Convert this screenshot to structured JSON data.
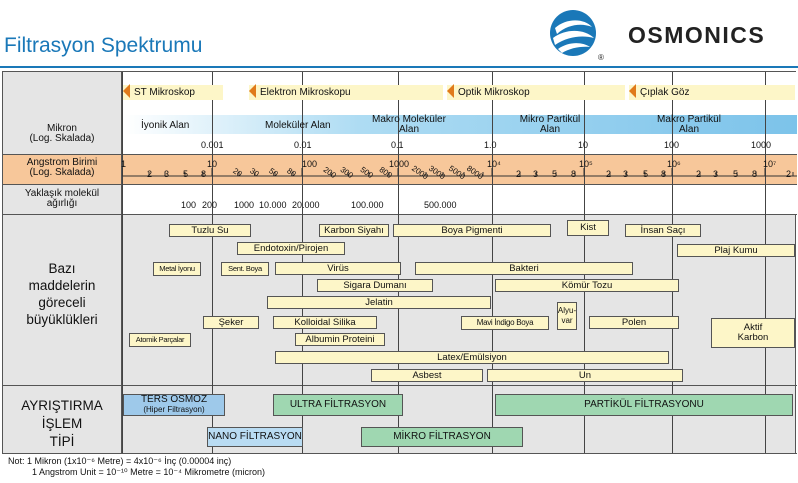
{
  "header": {
    "title": "Filtrasyon Spektrumu",
    "brand": "OSMONICS",
    "brand_mark": "®",
    "logo_icon": "osmonics-swirl-logo"
  },
  "rows": {
    "micron_label_1": "Mikron",
    "micron_label_2": "(Log. Skalada)",
    "angstrom_label_1": "Angstrom Birimi",
    "angstrom_label_2": "(Log. Skalada)",
    "mw_label_1": "Yaklaşık molekül",
    "mw_label_2": "ağırlığı",
    "materials_label": [
      "Bazı",
      "maddelerin",
      "göreceli",
      "büyüklükleri"
    ],
    "ops_label": [
      "AYRIŞTIRMA",
      "İŞLEM",
      "TİPİ"
    ]
  },
  "microscopes": [
    "ST Mikroskop",
    "Elektron Mikroskopu",
    "Optik Mikroskop",
    "Çıplak Göz"
  ],
  "ranges": [
    "İyonik Alan",
    "Moleküler Alan",
    "Makro Moleküler Alan",
    "Mikro Partikül Alan",
    "Makro Partikül Alan"
  ],
  "micron_ticks": [
    "0.001",
    "0.01",
    "0.1",
    "1.0",
    "10",
    "100",
    "1000"
  ],
  "angstrom_ticks": {
    "decade_1": "1",
    "decade_10": "10",
    "decade_100": "100",
    "decade_1000": "1000",
    "decade_10e4": "10⁴",
    "decade_10e5": "10⁵",
    "decade_10e6": "10⁶",
    "decade_10e7": "10⁷",
    "d1_minors": [
      "2",
      "3",
      "5",
      "8"
    ],
    "d2_minors": [
      "20",
      "30",
      "50",
      "80"
    ],
    "d3_minors": [
      "200",
      "300",
      "500",
      "800"
    ],
    "d4_minors": [
      "2000",
      "3000",
      "5000",
      "8000"
    ],
    "d5_minors": [
      "2",
      "3",
      "5",
      "8"
    ],
    "d6_minors": [
      "2",
      "3",
      "5",
      "8"
    ],
    "d7_minors": [
      "2",
      "3",
      "5",
      "8"
    ],
    "d8_minors": [
      "2"
    ]
  },
  "mw_values": [
    "100",
    "200",
    "1000",
    "10.000",
    "20.000",
    "100.000",
    "500.000"
  ],
  "materials": {
    "tuzlu_su": "Tuzlu Su",
    "karbon_siyahi": "Karbon Siyahı",
    "boya_pigmenti": "Boya Pigmenti",
    "kist": "Kist",
    "insan_saci": "İnsan Saçı",
    "endotoxin": "Endotoxin/Pirojen",
    "plaj_kumu": "Plaj Kumu",
    "metal_iyonu": "Metal İyonu",
    "sent_boya": "Sent. Boya",
    "virus": "Virüs",
    "bakteri": "Bakteri",
    "sigara_dumani": "Sigara Dumanı",
    "komur_tozu": "Kömür Tozu",
    "jelatin": "Jelatin",
    "alyuvar_1": "Alyu-",
    "alyuvar_2": "var",
    "seker": "Şeker",
    "kolloidal_silika": "Kolloidal Silika",
    "mavi_indigo": "Mavi İndigo Boya",
    "polen": "Polen",
    "aktif_karbon_1": "Aktif",
    "aktif_karbon_2": "Karbon",
    "atomik": "Atomik Parçalar",
    "albumin": "Albumin Proteini",
    "lateks": "Latex/Emülsiyon",
    "asbest": "Asbest",
    "un": "Un"
  },
  "processes": {
    "ters_osmoz": "TERS OSMOZ",
    "ters_osmoz_sub": "(Hiper Filtrasyon)",
    "ultra": "ULTRA FİLTRASYON",
    "partikul": "PARTİKÜL FİLTRASYONU",
    "nano": "NANO FİLTRASYON",
    "mikro": "MİKRO FİLTRASYON"
  },
  "notes": {
    "line1": "Not: 1 Mikron (1x10⁻⁶ Metre) = 4x10⁻⁶ İnç (0.00004 inç)",
    "line2": "1 Angstrom Unit = 10⁻¹⁰ Metre = 10⁻⁴ Mikrometre (micron)"
  },
  "colors": {
    "title_blue": "#1a78b8",
    "scope_yellow": "#fdf6c8",
    "range_blue": "#aedcf3",
    "angstrom_orange": "#f7c79a",
    "arrow_orange": "#e07a1b",
    "reverse_osmosis_blue": "#9ec9ea",
    "ultra_green": "#9fd7b1",
    "particle_green": "#9fd7b1",
    "nano_blue": "#b9dcf3",
    "micro_green": "#9fd7b1"
  }
}
